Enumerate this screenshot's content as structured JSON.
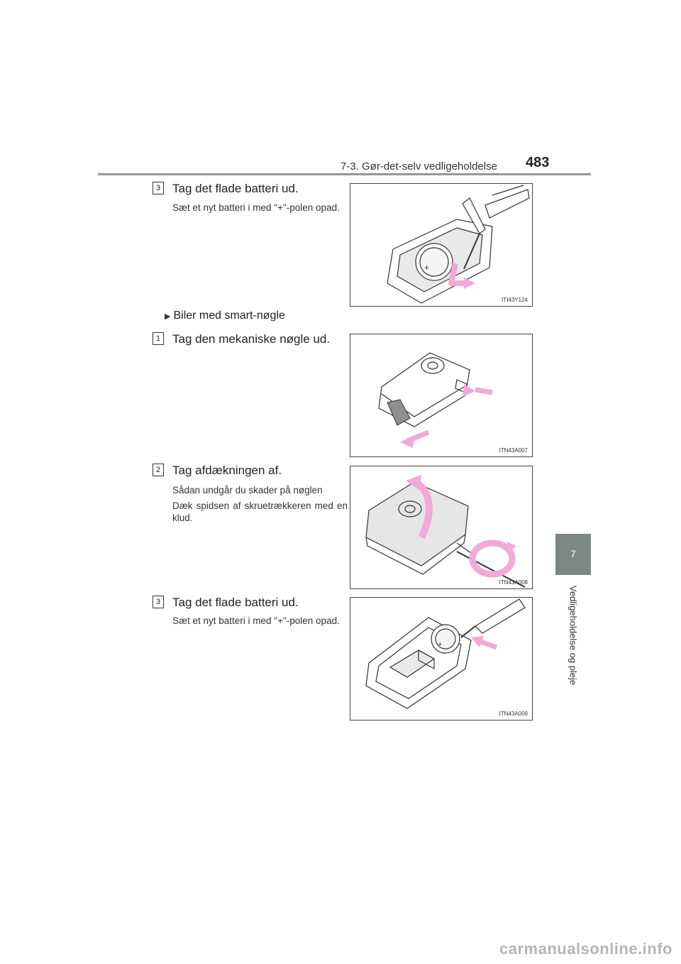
{
  "header": {
    "section": "7-3. Gør-det-selv vedligeholdelse",
    "page_number": "483"
  },
  "side_tab": {
    "chapter_number": "7",
    "chapter_title": "Vedligeholdelse og pleje"
  },
  "steps": [
    {
      "number": "3",
      "title": "Tag det flade batteri ud.",
      "body": [
        "Sæt et nyt batteri i med \"+\"-polen opad."
      ],
      "figure_code": "ITI43Y124"
    },
    {
      "number": "1",
      "title": "Tag den mekaniske nøgle ud.",
      "body": [],
      "figure_code": "ITN43A007"
    },
    {
      "number": "2",
      "title": "Tag afdækningen af.",
      "body": [
        "Sådan undgår du skader på nøglen",
        "Dæk spidsen af skruetrækkeren med en klud."
      ],
      "figure_code": "ITN43A008"
    },
    {
      "number": "3",
      "title": "Tag det flade batteri ud.",
      "body": [
        "Sæt et nyt batteri i med \"+\"-polen opad."
      ],
      "figure_code": "ITN43A009"
    }
  ],
  "subheading": "Biler med smart-nøgle",
  "watermark": "carmanualsonline.info",
  "colors": {
    "rule": "#8f9a96",
    "tab": "#7c8784",
    "arrow": "#f2a9d6"
  }
}
